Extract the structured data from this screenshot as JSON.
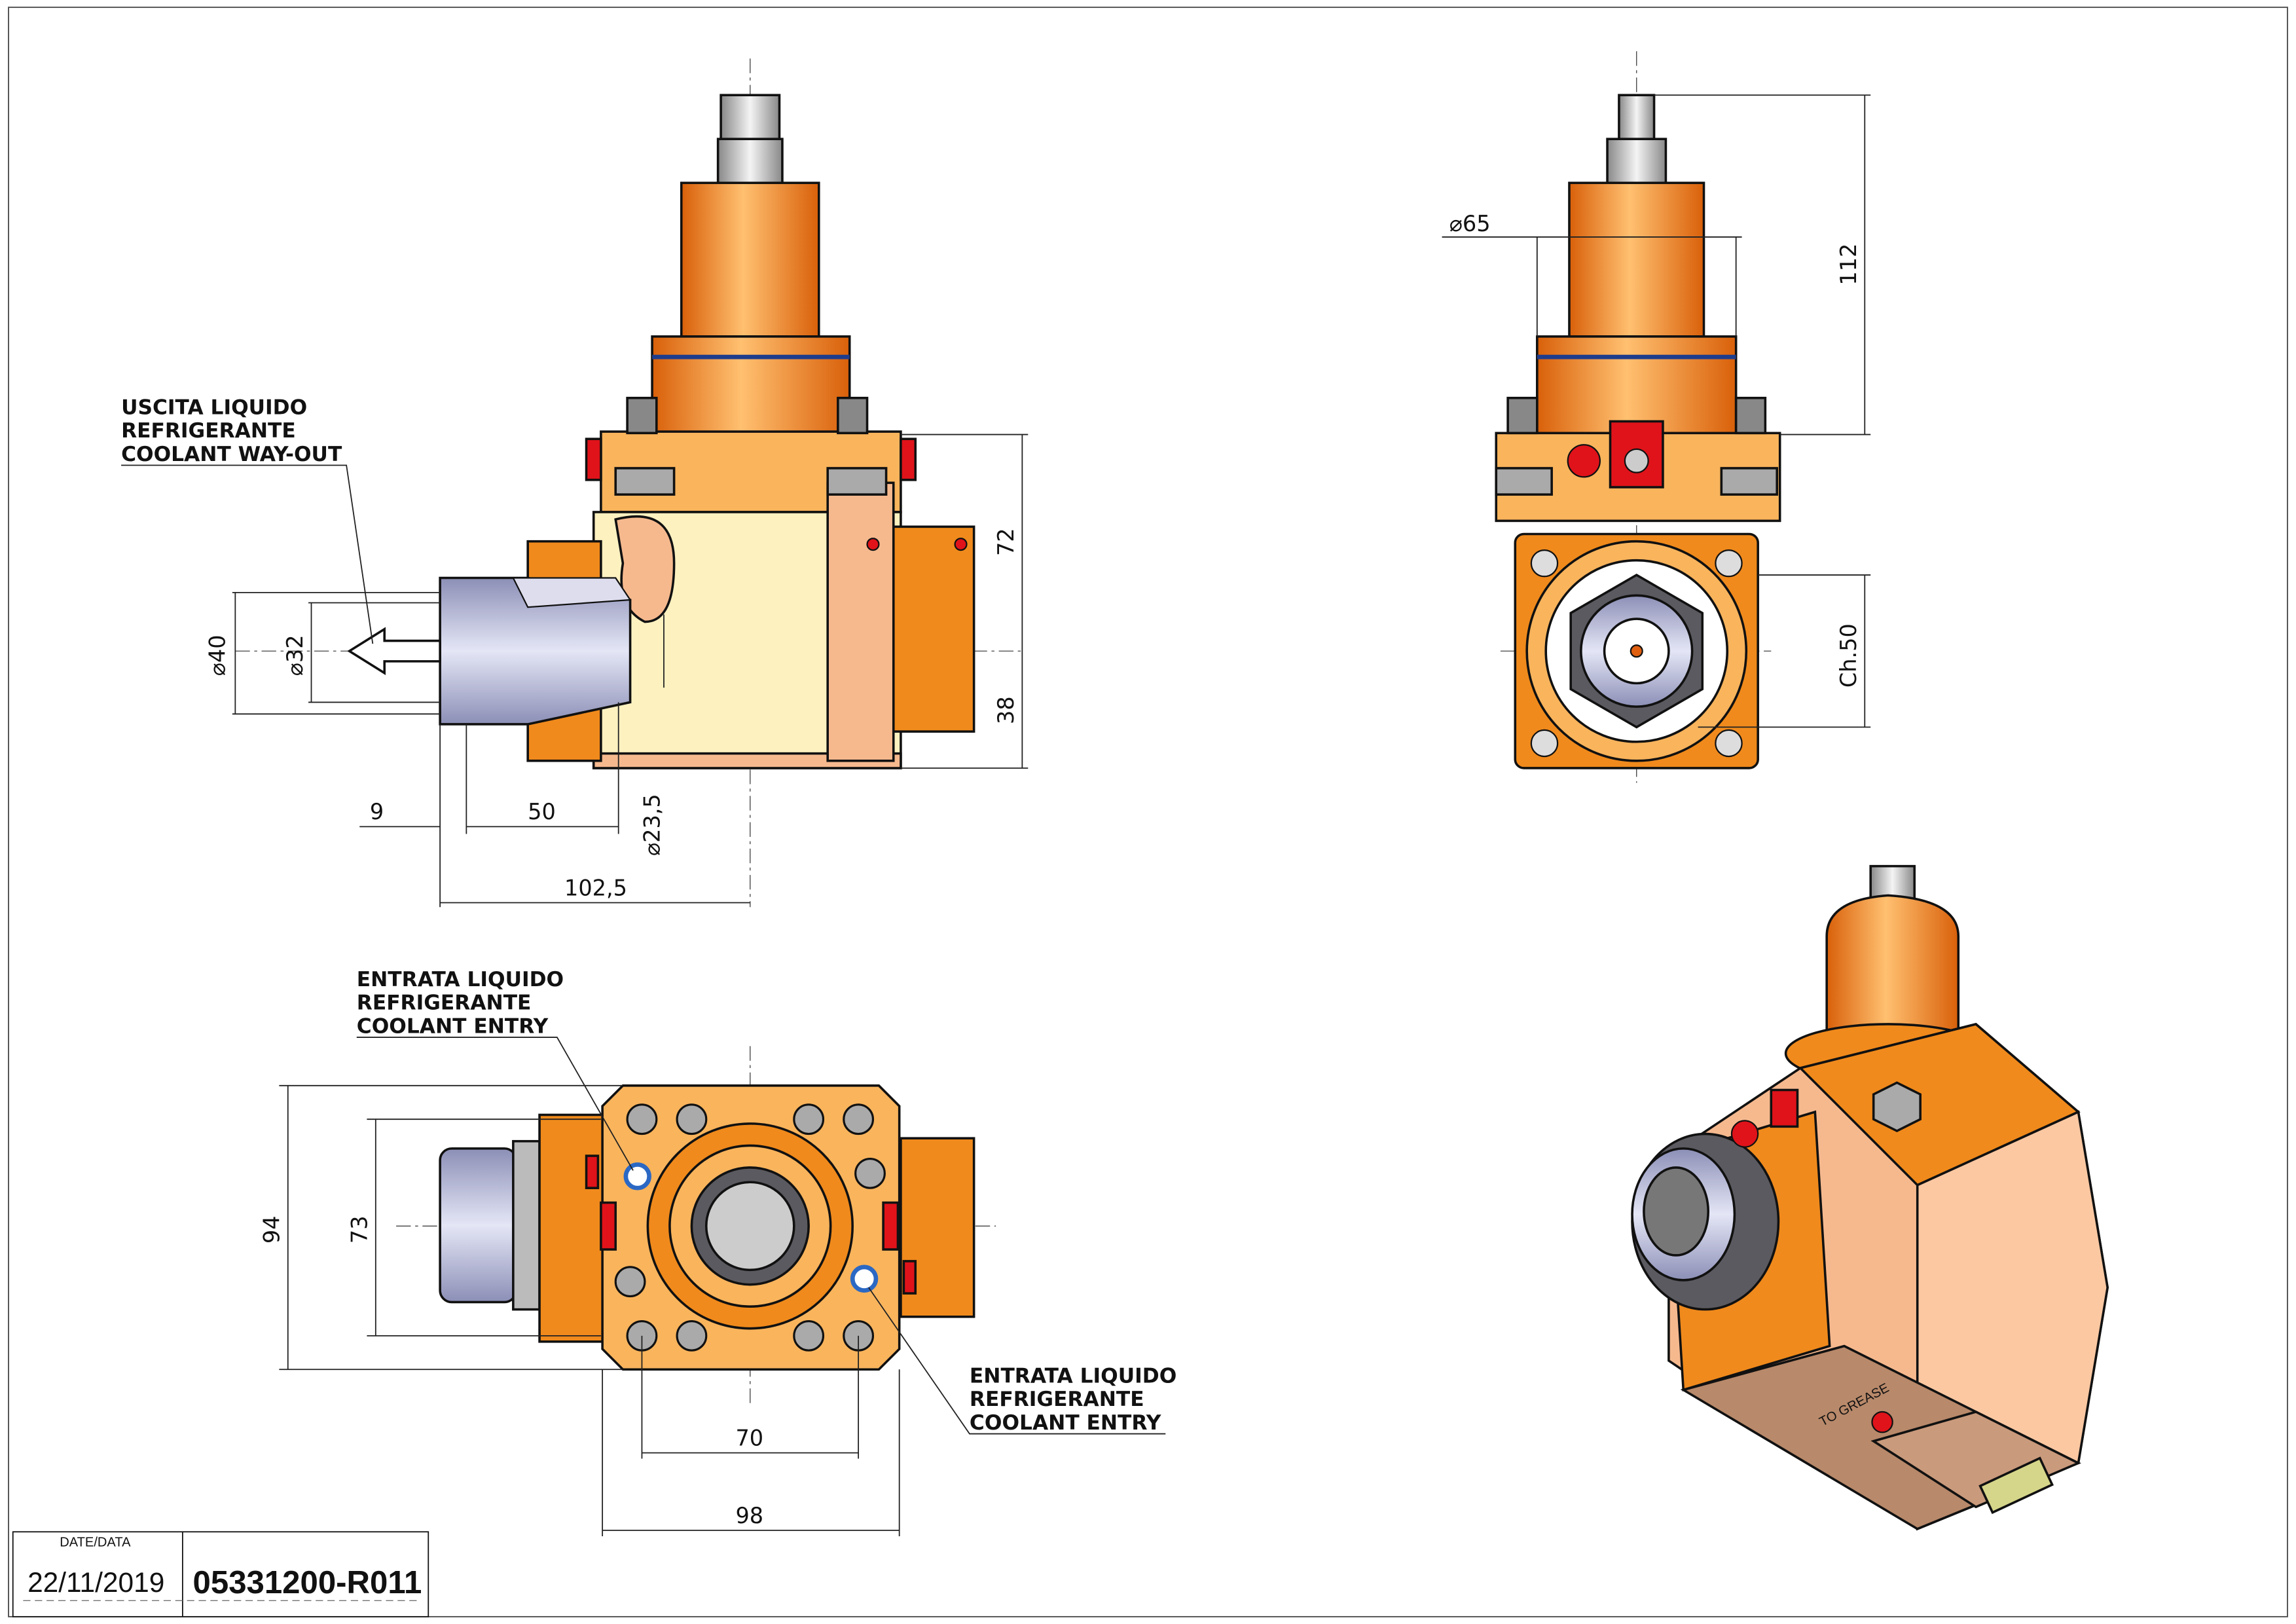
{
  "callouts": {
    "coolant_out": [
      "USCITA LIQUIDO",
      "REFRIGERANTE",
      "COOLANT WAY-OUT"
    ],
    "coolant_entry_left": [
      "ENTRATA LIQUIDO",
      "REFRIGERANTE",
      "COOLANT ENTRY"
    ],
    "coolant_entry_right": [
      "ENTRATA LIQUIDO",
      "REFRIGERANTE",
      "COOLANT ENTRY"
    ]
  },
  "side_view": {
    "d40": "40",
    "d32": "32",
    "d23_5": "23,5",
    "len_9": "9",
    "len_50": "50",
    "len_102_5": "102,5",
    "h72": "72",
    "h38": "38"
  },
  "front_view": {
    "d65": "65",
    "h112": "112",
    "ch50": "Ch.50"
  },
  "top_view": {
    "h94": "94",
    "h73": "73",
    "w70": "70",
    "w98": "98"
  },
  "iso_view": {
    "engraving": "TO GREASE"
  },
  "title_block": {
    "date_label": "DATE/DATA",
    "date": "22/11/2019",
    "part_number": "05331200-R011"
  },
  "colors": {
    "orange": "#f08a1c",
    "light_orange": "#f9b45c",
    "cream": "#fdf1c0",
    "salmon": "#f6b98e",
    "red": "#e0131a",
    "steel": "#b5b8d6",
    "dark_grey": "#5a5a60"
  }
}
